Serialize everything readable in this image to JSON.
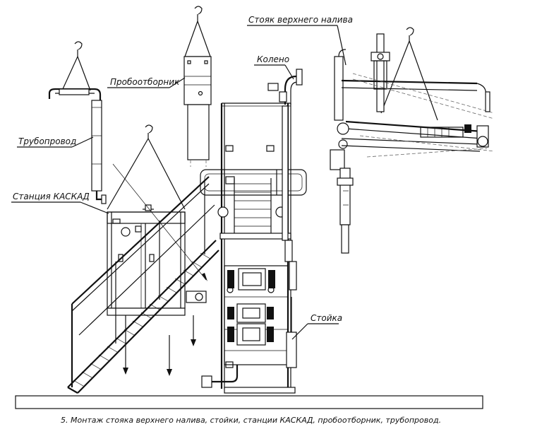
{
  "labels": {
    "top_riser": "Стояк верхнего налива",
    "elbow": "Колено",
    "sampler": "Пробоотборник",
    "pipeline": "Трубопровод",
    "station": "Станция КАСКАД",
    "column": "Стойка"
  },
  "caption": "5. Монтаж стояка верхнего налива, стойки, станции КАСКАД, пробоотборник, трубопровод."
}
